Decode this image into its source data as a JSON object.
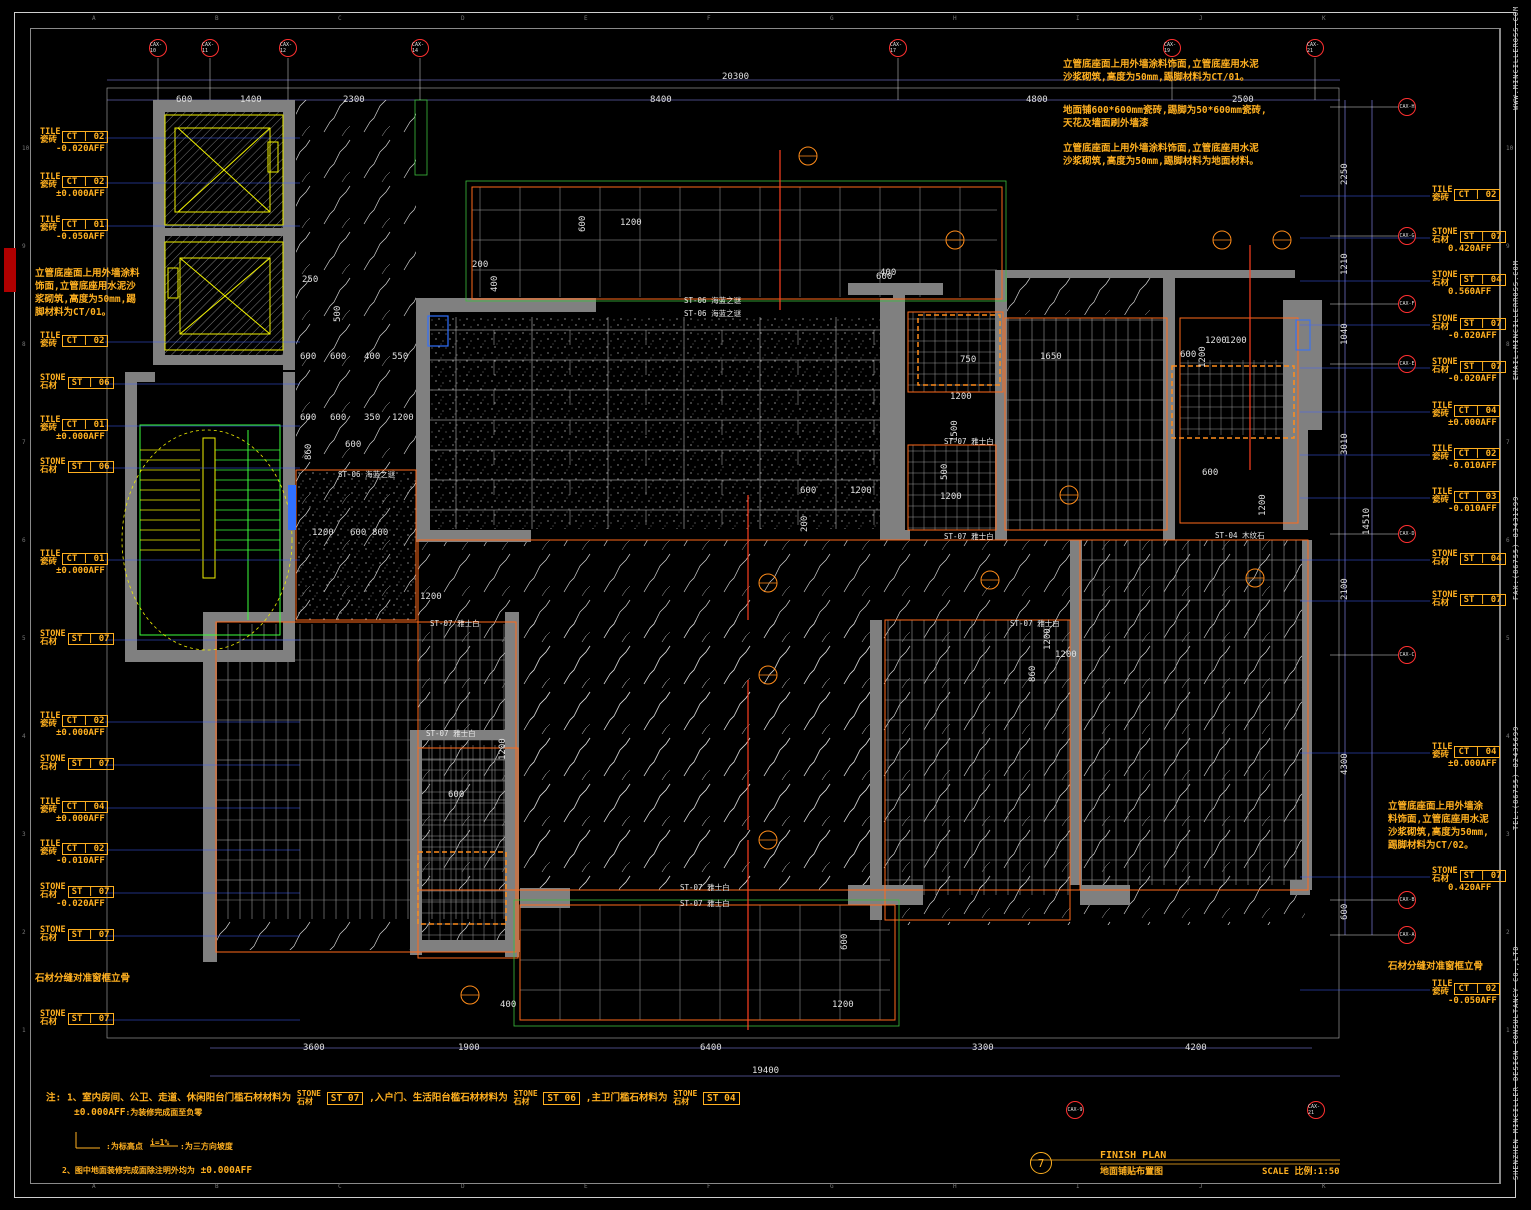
{
  "drawing": {
    "title_en": "FINISH PLAN",
    "title_cn": "地面铺贴布置图",
    "scale": "SCALE 比例:1:50",
    "number": "7"
  },
  "side_strip": {
    "web": "WWW.MINCILLEROSS.COM",
    "email": "EMAIL:MINCILLERROSS.COM",
    "fax": "FAX:(86755)-83431299",
    "tel": "TEL:(86755)-82435699",
    "company": "SHENZHEN MINCILLER DESIGN CONSULTANCY CO.,LTD"
  },
  "top_axes": [
    "CAX-10",
    "CAX-11",
    "CAX-12",
    "CAX-14",
    "CAX-17",
    "CAX-19",
    "CAX-21"
  ],
  "right_axes": [
    "CAX-H",
    "CAX-G",
    "CAX-F",
    "CAX-E",
    "CAX-D",
    "CAX-C",
    "CAX-B",
    "CAX-A"
  ],
  "bottom_axes": [
    "CAX-9",
    "CAX-21"
  ],
  "overall_dims": {
    "top_total": "20300",
    "top_a": "8400",
    "top_b": "4800",
    "top_c": "2500",
    "top_d": "600",
    "top_e": "1400",
    "top_f": "2300",
    "bottom_total": "19400",
    "bottom_segments": [
      "3600",
      "1900",
      "6400",
      "3300",
      "4200"
    ],
    "right_total": "14510",
    "right_segments": [
      "2250",
      "1210",
      "1040",
      "3010",
      "2100",
      "4300",
      "600"
    ]
  },
  "inner_dims": [
    "1200",
    "600",
    "200",
    "400",
    "250",
    "500",
    "600",
    "600",
    "400",
    "550",
    "600",
    "600",
    "350",
    "1200",
    "600",
    "860",
    "1200",
    "600",
    "800",
    "1200",
    "600",
    "1200",
    "200",
    "400",
    "600",
    "1200",
    "1200",
    "860",
    "1200",
    "1200",
    "600",
    "1200",
    "1500",
    "500",
    "1200",
    "600",
    "1200",
    "1650",
    "750",
    "1200",
    "600",
    "1200",
    "400",
    "1200",
    "600"
  ],
  "area_labels": [
    "ST-06 海蓝之谜",
    "ST-06 海蓝之谜",
    "ST-06 海蓝之谜",
    "ST-07 雅士白",
    "ST-07 雅士白",
    "ST-07 雅士白",
    "ST-07 雅士白",
    "ST-07 雅士白",
    "ST-07 雅士白",
    "ST-07 雅士白",
    "ST-04 木纹石"
  ],
  "left_tags": [
    {
      "cat": "TILE",
      "cn": "瓷砖",
      "code": "CT",
      "num": "02",
      "level": "-0.020AFF"
    },
    {
      "cat": "TILE",
      "cn": "瓷砖",
      "code": "CT",
      "num": "02",
      "level": "±0.000AFF"
    },
    {
      "cat": "TILE",
      "cn": "瓷砖",
      "code": "CT",
      "num": "01",
      "level": "-0.050AFF"
    },
    {
      "cat": "TILE",
      "cn": "瓷砖",
      "code": "CT",
      "num": "02",
      "level": ""
    },
    {
      "cat": "STONE",
      "cn": "石材",
      "code": "ST",
      "num": "06",
      "level": ""
    },
    {
      "cat": "TILE",
      "cn": "瓷砖",
      "code": "CT",
      "num": "01",
      "level": "±0.000AFF"
    },
    {
      "cat": "STONE",
      "cn": "石材",
      "code": "ST",
      "num": "06",
      "level": ""
    },
    {
      "cat": "TILE",
      "cn": "瓷砖",
      "code": "CT",
      "num": "01",
      "level": "±0.000AFF"
    },
    {
      "cat": "STONE",
      "cn": "石材",
      "code": "ST",
      "num": "07",
      "level": ""
    },
    {
      "cat": "TILE",
      "cn": "瓷砖",
      "code": "CT",
      "num": "02",
      "level": "±0.000AFF"
    },
    {
      "cat": "STONE",
      "cn": "石材",
      "code": "ST",
      "num": "07",
      "level": ""
    },
    {
      "cat": "TILE",
      "cn": "瓷砖",
      "code": "CT",
      "num": "04",
      "level": "±0.000AFF"
    },
    {
      "cat": "TILE",
      "cn": "瓷砖",
      "code": "CT",
      "num": "02",
      "level": "-0.010AFF"
    },
    {
      "cat": "STONE",
      "cn": "石材",
      "code": "ST",
      "num": "07",
      "level": "-0.020AFF"
    },
    {
      "cat": "STONE",
      "cn": "石材",
      "code": "ST",
      "num": "07",
      "level": ""
    },
    {
      "cat": "STONE",
      "cn": "石材",
      "code": "ST",
      "num": "07",
      "level": ""
    }
  ],
  "right_tags": [
    {
      "cat": "TILE",
      "cn": "瓷砖",
      "code": "CT",
      "num": "02",
      "level": ""
    },
    {
      "cat": "STONE",
      "cn": "石材",
      "code": "ST",
      "num": "07",
      "level": "0.420AFF"
    },
    {
      "cat": "STONE",
      "cn": "石材",
      "code": "ST",
      "num": "04",
      "level": "0.560AFF"
    },
    {
      "cat": "STONE",
      "cn": "石材",
      "code": "ST",
      "num": "07",
      "level": "-0.020AFF"
    },
    {
      "cat": "STONE",
      "cn": "石材",
      "code": "ST",
      "num": "07",
      "level": "-0.020AFF"
    },
    {
      "cat": "TILE",
      "cn": "瓷砖",
      "code": "CT",
      "num": "04",
      "level": "±0.000AFF"
    },
    {
      "cat": "TILE",
      "cn": "瓷砖",
      "code": "CT",
      "num": "02",
      "level": "-0.010AFF"
    },
    {
      "cat": "TILE",
      "cn": "瓷砖",
      "code": "CT",
      "num": "03",
      "level": "-0.010AFF"
    },
    {
      "cat": "STONE",
      "cn": "石材",
      "code": "ST",
      "num": "04",
      "level": ""
    },
    {
      "cat": "STONE",
      "cn": "石材",
      "code": "ST",
      "num": "07",
      "level": ""
    },
    {
      "cat": "TILE",
      "cn": "瓷砖",
      "code": "CT",
      "num": "04",
      "level": "±0.000AFF"
    },
    {
      "cat": "STONE",
      "cn": "石材",
      "code": "ST",
      "num": "07",
      "level": "0.420AFF"
    },
    {
      "cat": "TILE",
      "cn": "瓷砖",
      "code": "CT",
      "num": "02",
      "level": "-0.050AFF"
    }
  ],
  "notes": {
    "top1": "立管底座面上用外墙涂料饰面,立管底座用水泥",
    "top2": "沙浆砌筑,高度为50mm,踢脚材料为CT/01。",
    "top3": "地面铺600*600mm瓷砖,踢脚为50*600mm瓷砖,",
    "top4": "天花及墙面刷外墙漆",
    "top5": "立管底座面上用外墙涂料饰面,立管底座用水泥",
    "top6": "沙浆砌筑,高度为50mm,踢脚材料为地面材料。",
    "left1": "立管底座面上用外墙涂料",
    "left2": "饰面,立管底座用水泥沙",
    "left3": "浆砌筑,高度为50mm,踢",
    "left4": "脚材料为CT/01。",
    "right1": "立管底座面上用外墙涂",
    "right2": "料饰面,立管底座用水泥",
    "right3": "沙浆砌筑,高度为50mm,",
    "right4": "踢脚材料为CT/02。",
    "stone_left": "石材分缝对准窗框立骨",
    "stone_right": "石材分缝对准窗框立骨"
  },
  "footer": {
    "n1a": "注: 1、室内房间、公卫、走道、休闲阳台门槛石材材料为",
    "n1b": ",入户门、生活阳台槛石材材料为",
    "n1c": ",主卫门槛石材料为",
    "n1_stone1": "ST 07",
    "n1_stone2": "ST 06",
    "n1_stone3": "ST 04",
    "stone": "STONE",
    "stone_cn": "石材",
    "level": "±0.000AFF",
    "level_desc": ":为装修完成面至负零",
    "arrow_desc": ":为标高点",
    "slope_label": "i=1%",
    "slope_desc": ":为三方向坡度",
    "n2": "2、图中地面装修完成面除注明外均为",
    "n2_level": "±0.000AFF"
  },
  "colors": {
    "wall": "#808080",
    "outline": "#ff6a1a",
    "label": "#ffb020",
    "axis": "#ff3030",
    "dim": "#e0e0e0",
    "green": "#3cff3c",
    "yellow": "#f0f000",
    "blue": "#3070ff",
    "lead": "#4060ff"
  }
}
